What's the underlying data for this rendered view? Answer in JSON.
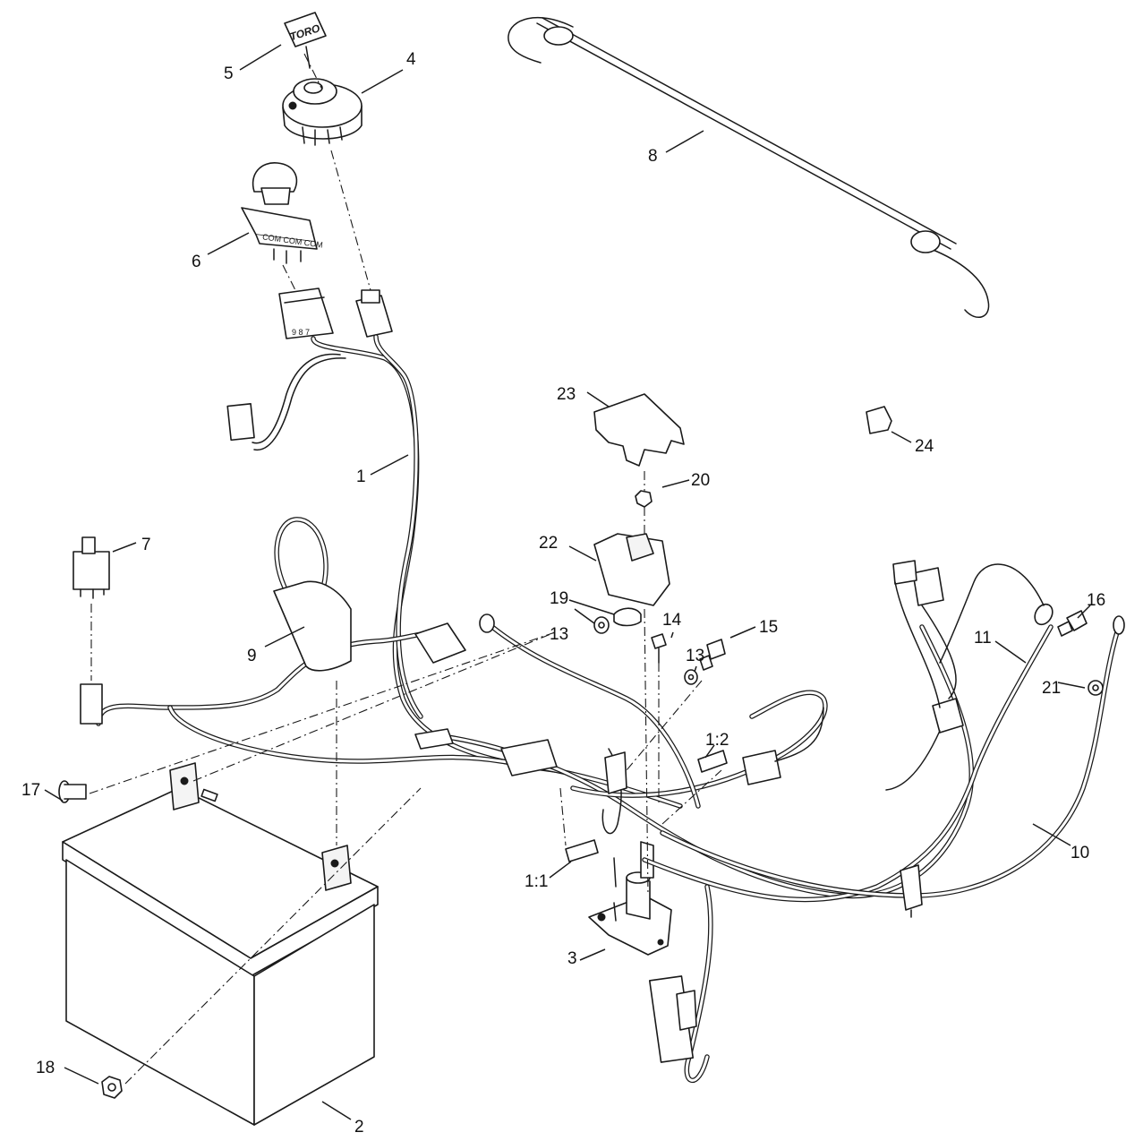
{
  "diagram": {
    "callouts": [
      {
        "id": "c1",
        "label": "1"
      },
      {
        "id": "c2",
        "label": "2"
      },
      {
        "id": "c3",
        "label": "3"
      },
      {
        "id": "c4",
        "label": "4"
      },
      {
        "id": "c5",
        "label": "5"
      },
      {
        "id": "c6",
        "label": "6"
      },
      {
        "id": "c7",
        "label": "7"
      },
      {
        "id": "c8",
        "label": "8"
      },
      {
        "id": "c9",
        "label": "9"
      },
      {
        "id": "c10",
        "label": "10"
      },
      {
        "id": "c11",
        "label": "11"
      },
      {
        "id": "c13a",
        "label": "13"
      },
      {
        "id": "c13b",
        "label": "13"
      },
      {
        "id": "c14",
        "label": "14"
      },
      {
        "id": "c15",
        "label": "15"
      },
      {
        "id": "c16",
        "label": "16"
      },
      {
        "id": "c17",
        "label": "17"
      },
      {
        "id": "c18",
        "label": "18"
      },
      {
        "id": "c19",
        "label": "19"
      },
      {
        "id": "c20",
        "label": "20"
      },
      {
        "id": "c21",
        "label": "21"
      },
      {
        "id": "c22",
        "label": "22"
      },
      {
        "id": "c23",
        "label": "23"
      },
      {
        "id": "c24",
        "label": "24"
      },
      {
        "id": "c1_1",
        "label": "1:1"
      },
      {
        "id": "c1_2",
        "label": "1:2"
      }
    ],
    "part_markings": {
      "key_brand": "TORO",
      "switch_terminals": "COM COM COM",
      "connector_pins": "9 8 7"
    }
  }
}
